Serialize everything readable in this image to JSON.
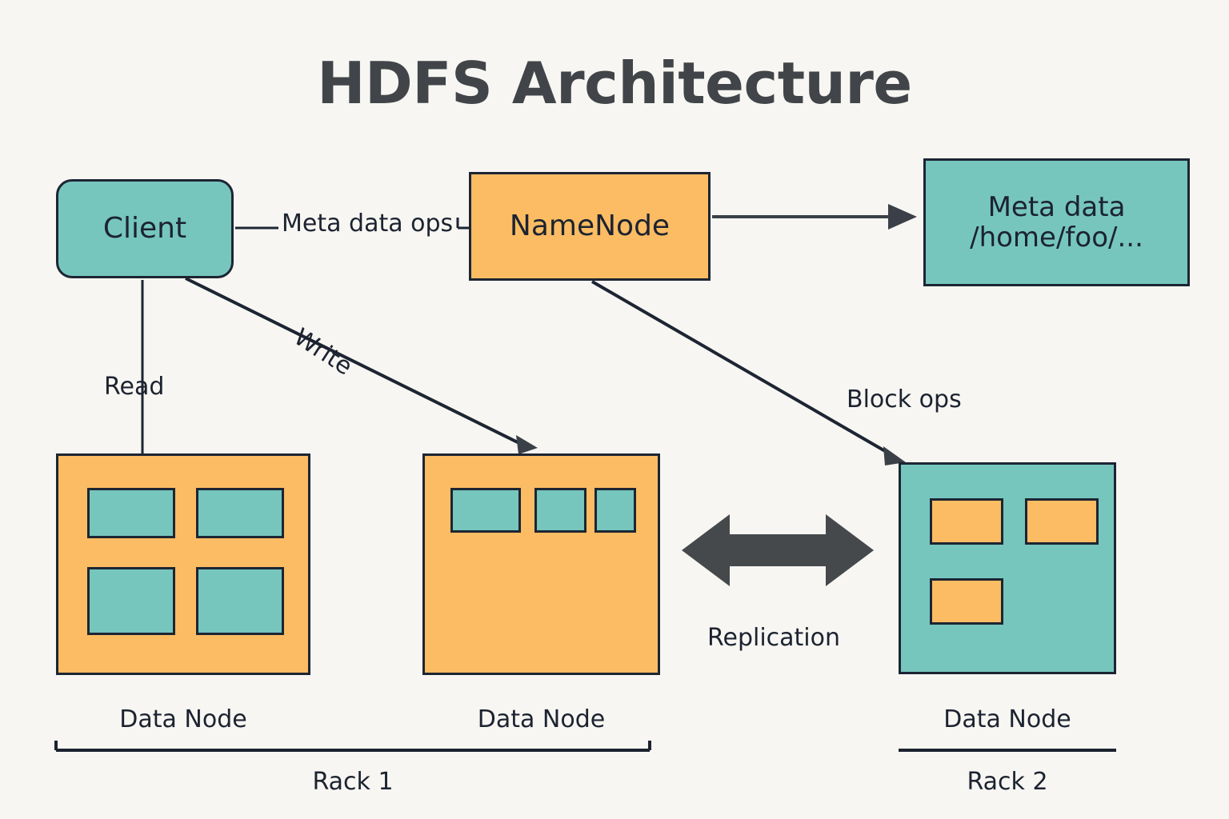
{
  "diagram": {
    "title": "HDFS Architecture",
    "background_color": "#f7f6f2",
    "palette": {
      "teal": "#76c6be",
      "orange": "#fbbc63",
      "stroke": "#1d2533",
      "text": "#1c2330",
      "title_color": "#414549",
      "arrow_gray": "#45494c"
    }
  },
  "nodes": {
    "client": {
      "label": "Client",
      "fill": "#76c6be",
      "shape": "rounded-rect"
    },
    "namenode": {
      "label": "NameNode",
      "fill": "#fbbc63",
      "shape": "rect"
    },
    "metadata": {
      "line1": "Meta data",
      "line2": "/home/foo/...",
      "fill": "#76c6be",
      "shape": "rect"
    }
  },
  "datanodes": [
    {
      "caption": "Data Node",
      "fill": "#fbbc63",
      "block_fill": "#76c6be",
      "block_count": 4,
      "layout": "2x2-grid"
    },
    {
      "caption": "Data Node",
      "fill": "#fbbc63",
      "block_fill": "#76c6be",
      "block_count": 3,
      "layout": "top-row"
    },
    {
      "caption": "Data Node",
      "fill": "#76c6be",
      "block_fill": "#fbbc63",
      "block_count": 3,
      "layout": "2-top-1-bottom"
    }
  ],
  "edges": {
    "meta_data_ops": "Meta data ops",
    "read": "Read",
    "write": "Write",
    "block_ops": "Block ops",
    "replication": "Replication"
  },
  "racks": [
    {
      "label": "Rack 1",
      "bracket": "ticked"
    },
    {
      "label": "Rack 2",
      "bracket": "plain"
    }
  ]
}
